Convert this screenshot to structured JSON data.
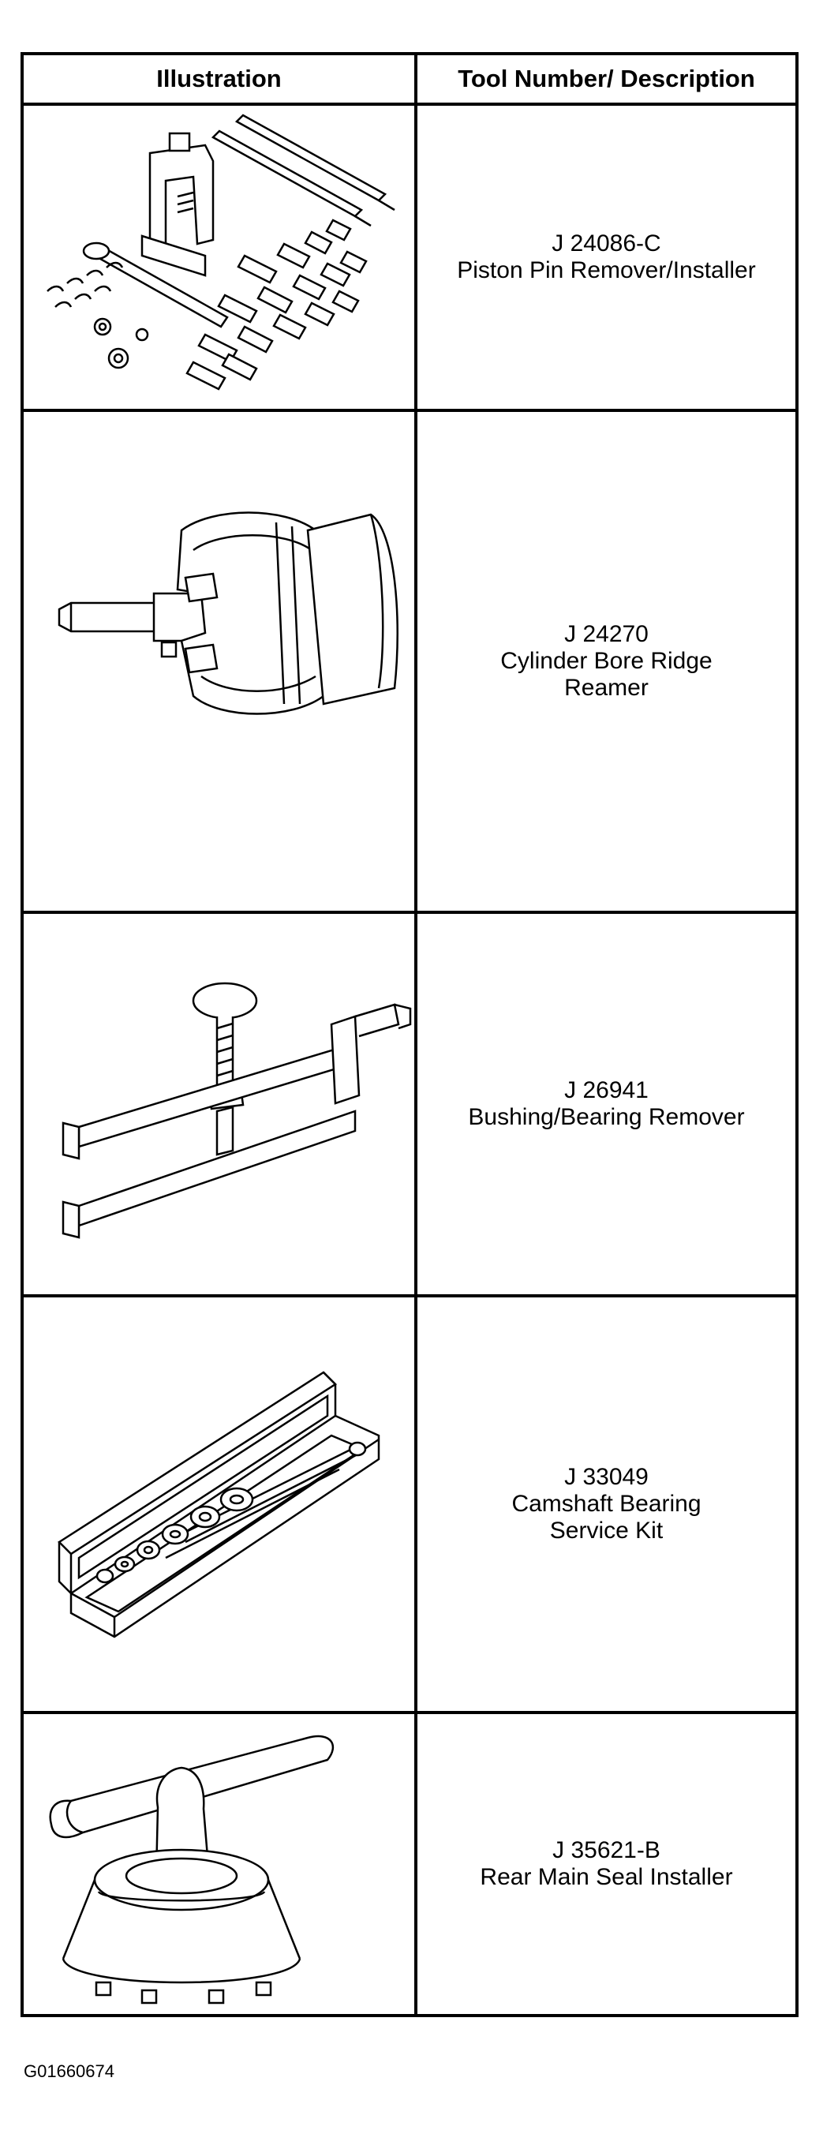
{
  "table": {
    "header": {
      "illustration": "Illustration",
      "tool": "Tool Number/ Description"
    },
    "rows": [
      {
        "number": "J 24086-C",
        "description": "Piston Pin Remover/Installer",
        "icon": "piston-pin-tool-set-icon"
      },
      {
        "number": "J 24270",
        "description": "Cylinder Bore Ridge\nReamer",
        "icon": "ridge-reamer-icon"
      },
      {
        "number": "J 26941",
        "description": "Bushing/Bearing Remover",
        "icon": "bushing-remover-icon"
      },
      {
        "number": "J 33049",
        "description": "Camshaft Bearing\nService Kit",
        "icon": "camshaft-bearing-kit-icon"
      },
      {
        "number": "J 35621-B",
        "description": "Rear Main Seal Installer",
        "icon": "seal-installer-icon"
      }
    ]
  },
  "figure_id": "G01660674"
}
